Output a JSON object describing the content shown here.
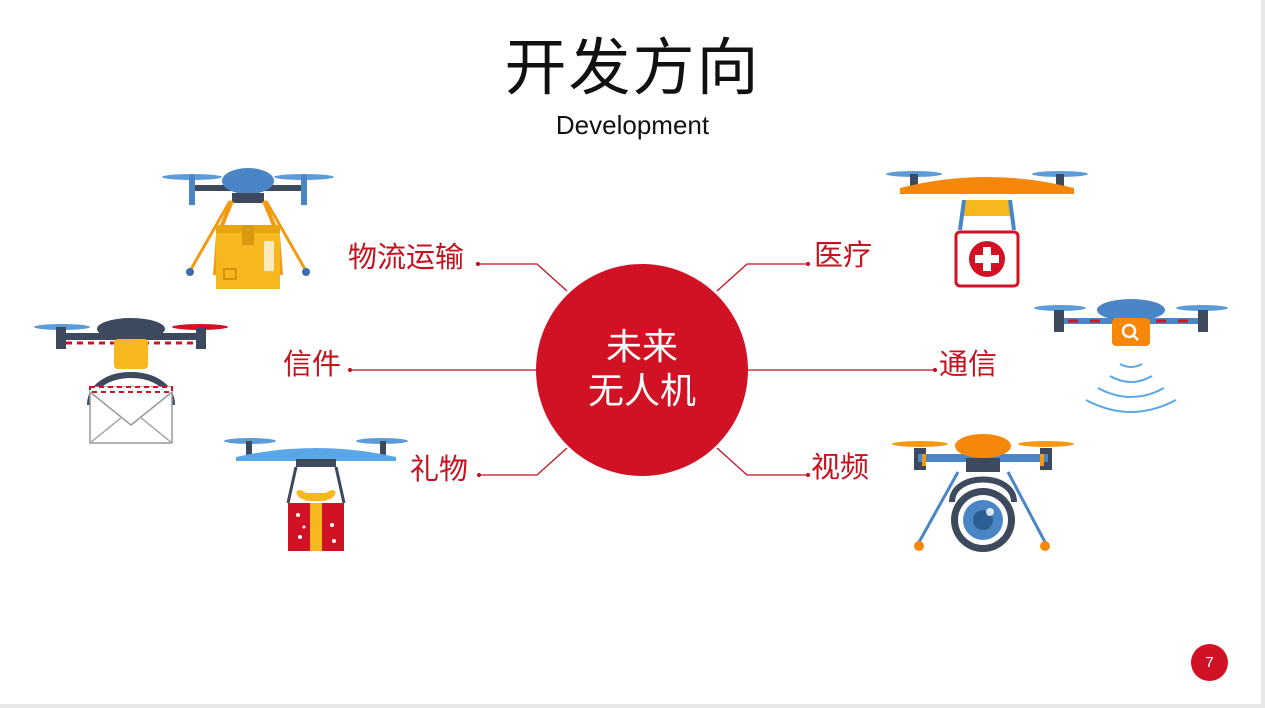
{
  "slide": {
    "title": "开发方向",
    "subtitle": "Development",
    "center": {
      "line1": "未来",
      "line2": "无人机"
    },
    "branches": {
      "logistics": "物流运输",
      "letters": "信件",
      "gifts": "礼物",
      "medical": "医疗",
      "communication": "通信",
      "video": "视频"
    },
    "page_number": "7"
  },
  "colors": {
    "accent": "#d01224",
    "label": "#c4121f",
    "drone_blue": "#4a86c5",
    "drone_orange": "#f39a12",
    "package_yellow": "#f6b81e"
  },
  "icons": [
    "delivery-drone-icon",
    "mail-drone-icon",
    "gift-drone-icon",
    "medical-drone-icon",
    "wifi-drone-icon",
    "camera-drone-icon"
  ]
}
